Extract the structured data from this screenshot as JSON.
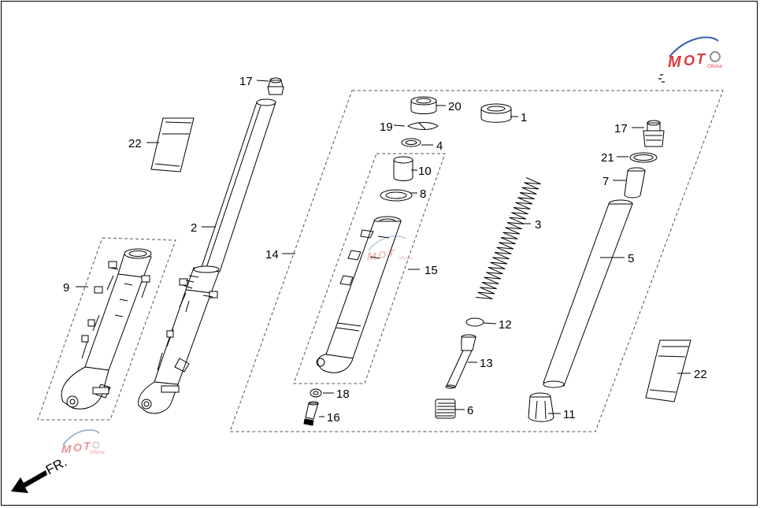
{
  "callouts": [
    {
      "id": "c17a",
      "text": "17"
    },
    {
      "id": "c22a",
      "text": "22"
    },
    {
      "id": "c2",
      "text": "2"
    },
    {
      "id": "c9",
      "text": "9"
    },
    {
      "id": "c20",
      "text": "20"
    },
    {
      "id": "c1",
      "text": "1"
    },
    {
      "id": "c19",
      "text": "19"
    },
    {
      "id": "c4",
      "text": "4"
    },
    {
      "id": "c10",
      "text": "10"
    },
    {
      "id": "c8",
      "text": "8"
    },
    {
      "id": "c14",
      "text": "14"
    },
    {
      "id": "c15",
      "text": "15"
    },
    {
      "id": "c3",
      "text": "3"
    },
    {
      "id": "c12",
      "text": "12"
    },
    {
      "id": "c13",
      "text": "13"
    },
    {
      "id": "c18",
      "text": "18"
    },
    {
      "id": "c16",
      "text": "16"
    },
    {
      "id": "c6",
      "text": "6"
    },
    {
      "id": "c17b",
      "text": "17"
    },
    {
      "id": "c21",
      "text": "21"
    },
    {
      "id": "c7",
      "text": "7"
    },
    {
      "id": "c5",
      "text": "5"
    },
    {
      "id": "c11",
      "text": "11"
    },
    {
      "id": "c22b",
      "text": "22"
    }
  ],
  "direction_label": "FR.",
  "watermark": {
    "text": "MOTO",
    "sub": "Oficina",
    "colors": {
      "red": "#d8262a",
      "blue": "#1f4e9e"
    }
  },
  "colors": {
    "line": "#000000",
    "dash": "#555555"
  }
}
